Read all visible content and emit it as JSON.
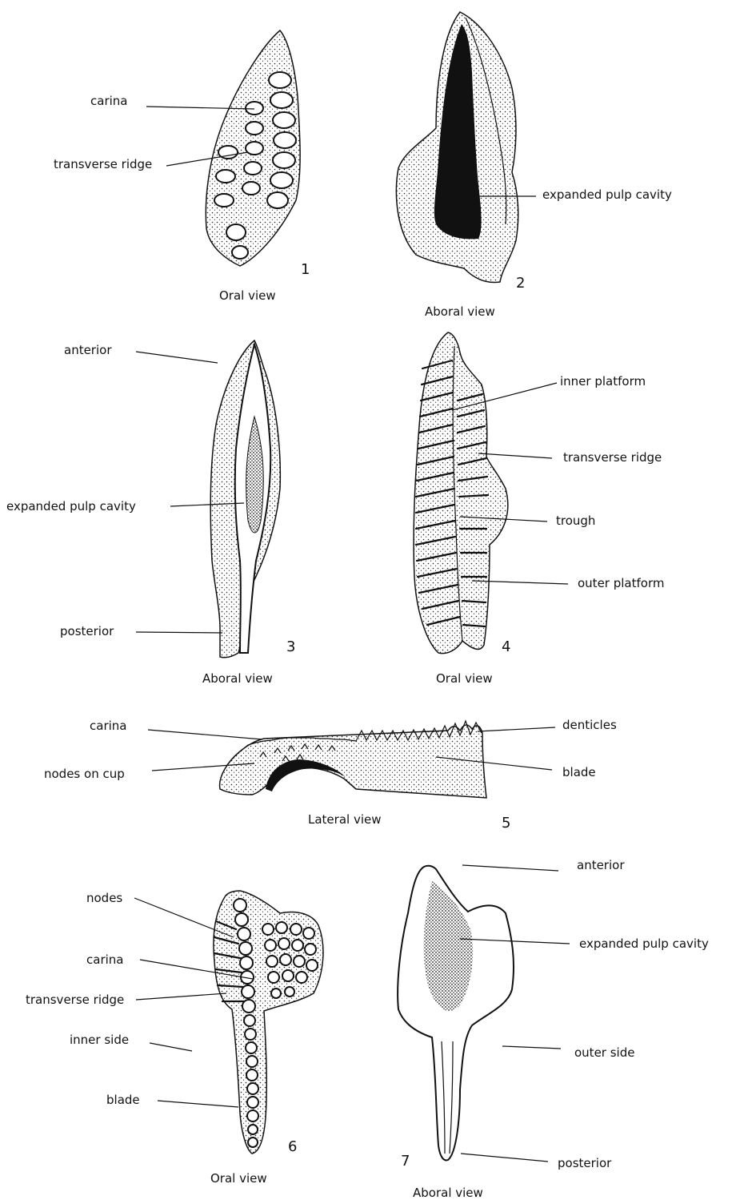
{
  "figures": [
    {
      "number": "1",
      "caption": "Oral view",
      "labels": [
        "carina",
        "transverse ridge"
      ]
    },
    {
      "number": "2",
      "caption": "Aboral view",
      "labels": [
        "expanded pulp cavity"
      ]
    },
    {
      "number": "3",
      "caption": "Aboral view",
      "labels": [
        "anterior",
        "expanded pulp cavity",
        "posterior"
      ]
    },
    {
      "number": "4",
      "caption": "Oral view",
      "labels": [
        "inner platform",
        "transverse ridge",
        "trough",
        "outer platform"
      ]
    },
    {
      "number": "5",
      "caption": "Lateral view",
      "labels": [
        "carina",
        "nodes on cup",
        "denticles",
        "blade"
      ]
    },
    {
      "number": "6",
      "caption": "Oral view",
      "labels": [
        "nodes",
        "carina",
        "transverse ridge",
        "inner side",
        "blade"
      ]
    },
    {
      "number": "7",
      "caption": "Aboral view",
      "labels": [
        "anterior",
        "expanded pulp cavity",
        "outer side",
        "posterior"
      ]
    }
  ]
}
